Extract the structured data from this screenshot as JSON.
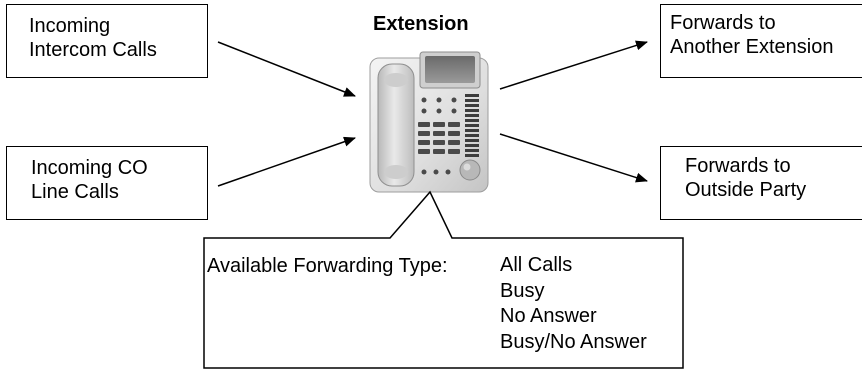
{
  "diagram": {
    "phone_title": "Extension",
    "inputs": [
      {
        "line1": "Incoming",
        "line2": "Intercom Calls"
      },
      {
        "line1": "Incoming CO",
        "line2": "Line Calls"
      }
    ],
    "outputs": [
      {
        "line1": "Forwards to",
        "line2": "Another Extension"
      },
      {
        "line1": "Forwards to",
        "line2": "Outside Party"
      }
    ],
    "callout": {
      "label": "Available Forwarding Type:",
      "types": [
        "All Calls",
        "Busy",
        "No Answer",
        "Busy/No Answer"
      ]
    }
  }
}
